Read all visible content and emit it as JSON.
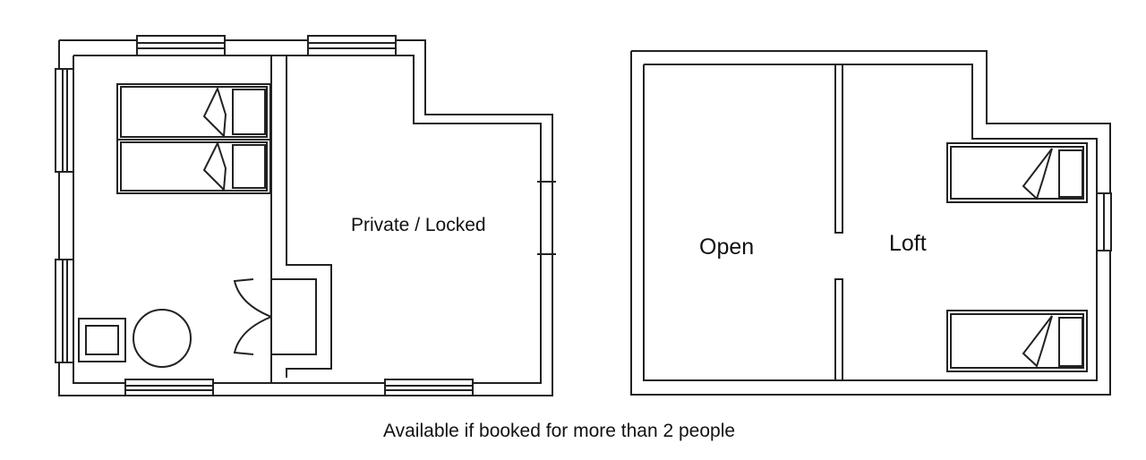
{
  "labels": {
    "private_room": "Private / Locked",
    "open_room": "Open",
    "loft_room": "Loft",
    "caption": "Available if booked for more than 2 people"
  }
}
